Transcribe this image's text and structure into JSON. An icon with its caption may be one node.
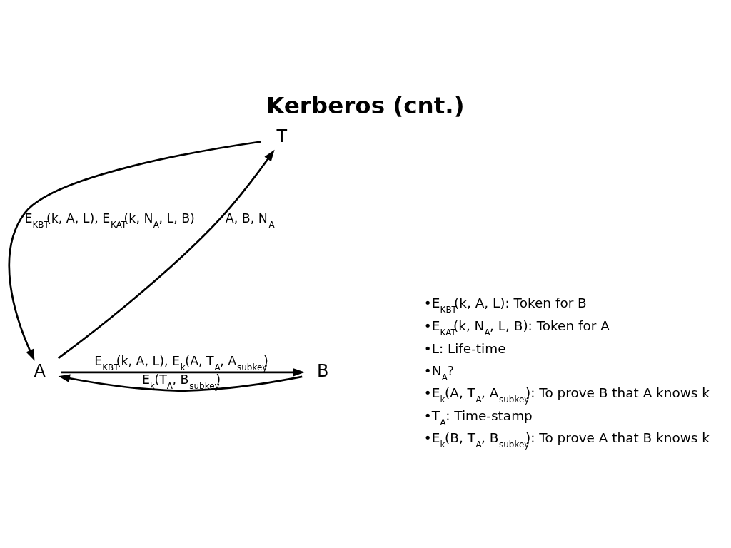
{
  "diagram": {
    "title": "Kerberos (cnt.)",
    "nodes": [
      {
        "text": [
          "T"
        ]
      },
      {
        "text": [
          "A"
        ]
      },
      {
        "text": [
          "B"
        ]
      }
    ],
    "edges": [
      {
        "from": 1,
        "to": 0,
        "arrow": "to",
        "label": "A, B, N$_{A}$"
      },
      {
        "from": 0,
        "to": 1,
        "arrow": "to",
        "label": "E$_{KBT}$(k, A, L), E$_{KAT}$(k, N$_{A}$, L, B)"
      },
      {
        "from": 1,
        "to": 2,
        "arrow": "to",
        "label": "E$_{KBT}$(k, A, L), E$_{k}$(A, T$_{A}$, A$_{subkey}$)"
      },
      {
        "from": 2,
        "to": 1,
        "arrow": "to",
        "label": "E$_{k}$(T$_{A}$, B$_{subkey}$)"
      }
    ],
    "labels": [
      "•E$_{KBT}$(k, A, L): Token for B",
      "•E$_{KAT}$(k, N$_{A}$, L, B): Token for A",
      "•L: Life-time",
      "•N$_{A}$?",
      "•E$_{k}$(A, T$_{A}$, A$_{subkey}$): To prove B that A knows k",
      "•T$_{A}$: Time-stamp",
      "•E$_{k}$(B, T$_{A}$, B$_{subkey}$): To prove A that B knows k"
    ]
  }
}
